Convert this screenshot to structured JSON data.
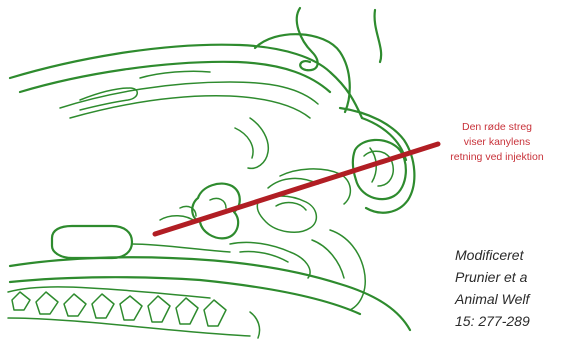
{
  "annotation": {
    "lines": [
      "Den røde streg",
      "viser kanylens",
      "retning ved injektion"
    ]
  },
  "citation": {
    "lines": [
      "Modificeret",
      "Prunier et a",
      "Animal Welf",
      "15: 277-289"
    ]
  },
  "colors": {
    "outline": "#2e8b2e",
    "needle_line": "#b11e24",
    "annotation_text": "#c8323a",
    "citation_text": "#2b2b2b"
  },
  "icons": {
    "diagram": "pig-sagittal-anatomy-outline",
    "needle": "needle-direction-line"
  }
}
